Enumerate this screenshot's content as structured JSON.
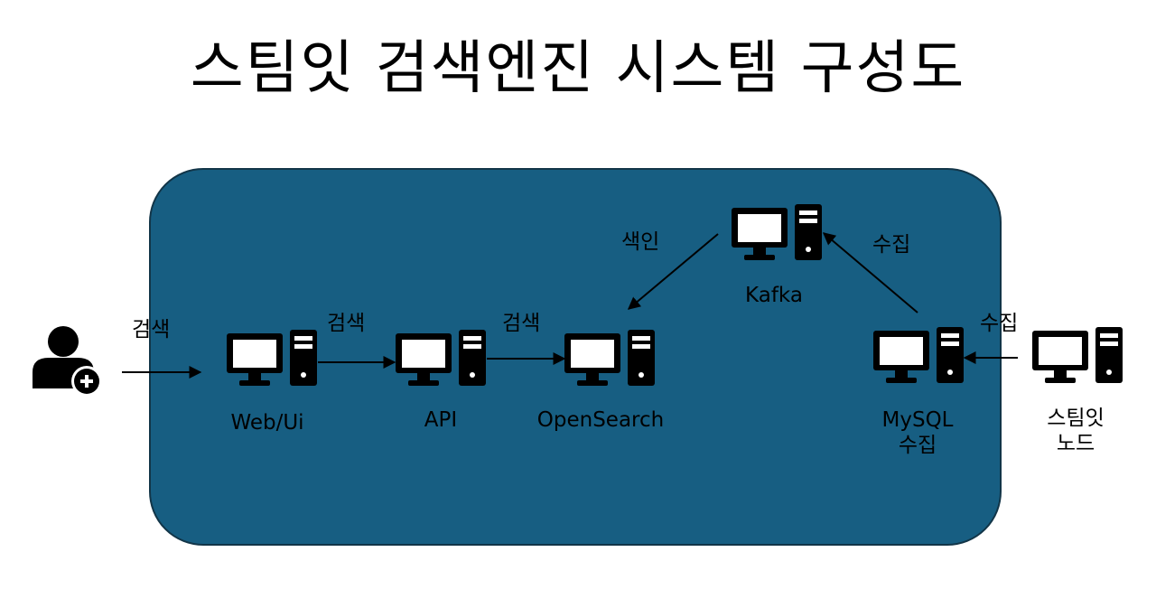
{
  "title": "스팀잇 검색엔진 시스템 구성도",
  "colors": {
    "panel_fill": "#175e82",
    "panel_border": "#123548",
    "icon": "#000000",
    "icon_screen": "#ffffff"
  },
  "icons": {
    "user": "user-add-icon",
    "server": "computer-server-icon"
  },
  "nodes": {
    "web": {
      "label": "Web/Ui"
    },
    "api": {
      "label": "API"
    },
    "opensearch": {
      "label": "OpenSearch"
    },
    "kafka": {
      "label": "Kafka"
    },
    "mysql": {
      "label_line1": "MySQL",
      "label_line2": "수집"
    },
    "steemit": {
      "label_line1": "스팀잇",
      "label_line2": "노드"
    }
  },
  "edges": {
    "user_to_web": "검색",
    "web_to_api": "검색",
    "api_to_opensearch": "검색",
    "kafka_to_opensearch": "색인",
    "mysql_to_kafka": "수집",
    "steemit_to_mysql": "수집"
  }
}
